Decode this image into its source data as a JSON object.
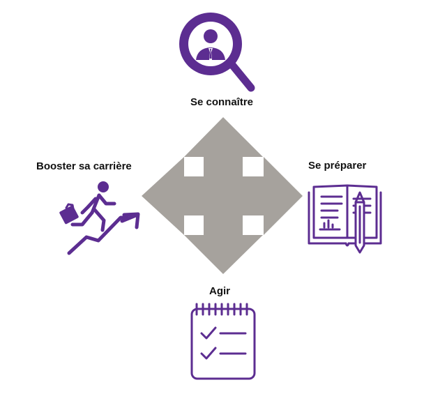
{
  "nodes": {
    "top": {
      "label": "Se connaître",
      "icon": "search-person-icon"
    },
    "left": {
      "label": "Booster sa carrière",
      "icon": "running-businessman-icon"
    },
    "right": {
      "label": "Se préparer",
      "icon": "book-pencil-icon"
    },
    "bottom": {
      "label": "Agir",
      "icon": "checklist-icon"
    }
  },
  "center": {
    "icon": "four-way-arrow-icon"
  },
  "colors": {
    "accent": "#5c2d91",
    "arrow": "#a6a29d",
    "text": "#111111",
    "background": "#ffffff"
  }
}
